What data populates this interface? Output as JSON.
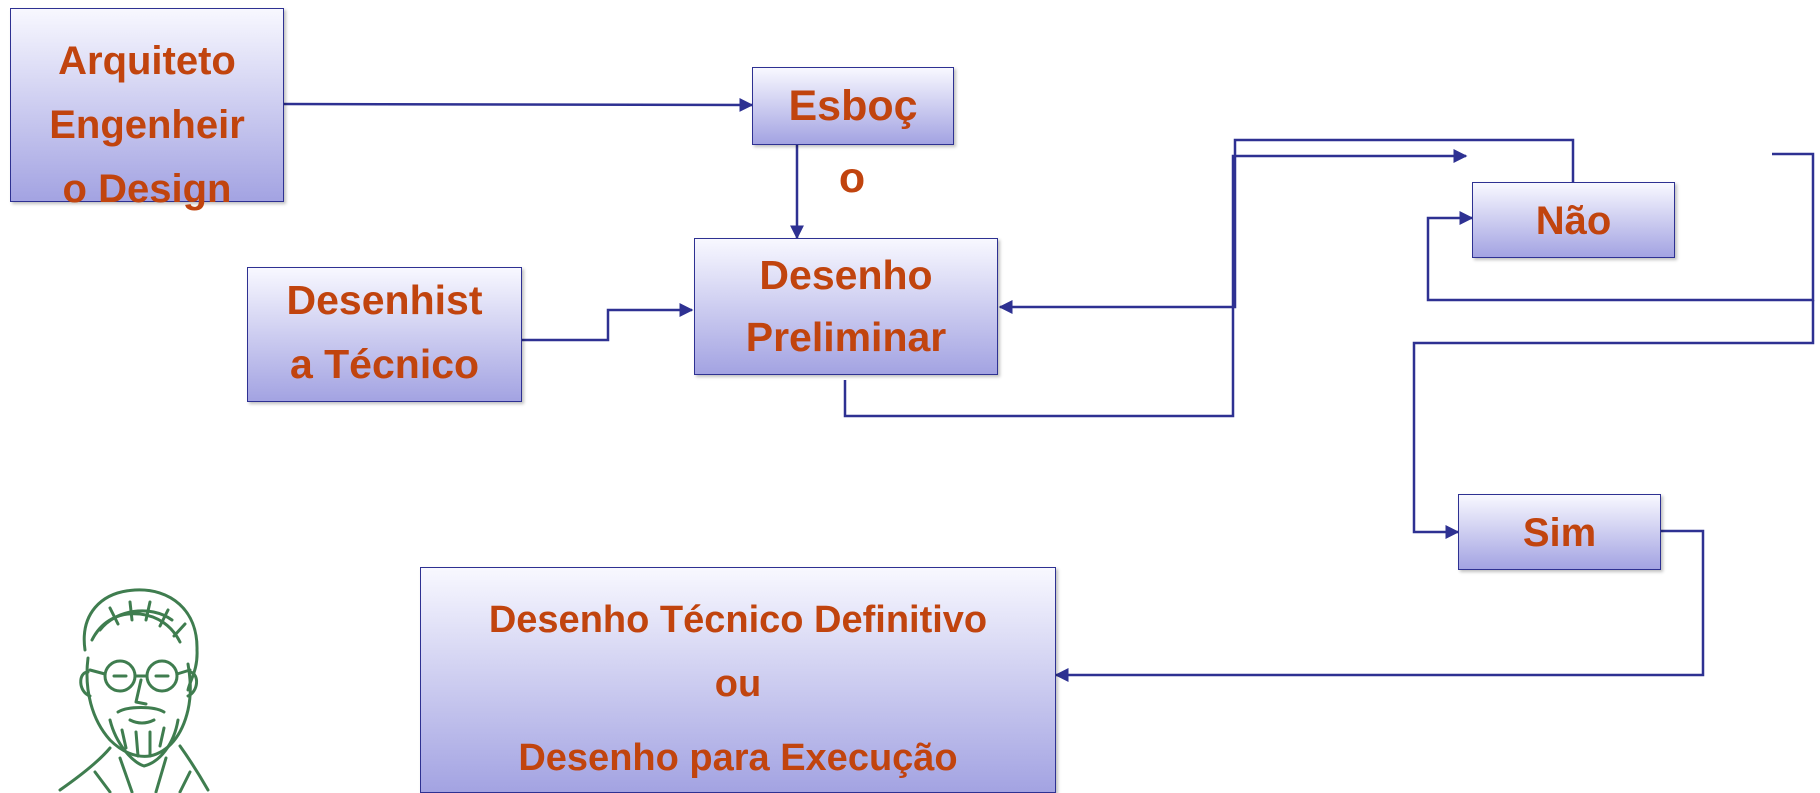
{
  "nodes": {
    "architect": {
      "line1": "Arquiteto",
      "line2": "Engenheir",
      "line3": "o  Design"
    },
    "sketch": {
      "line1": "Esboç",
      "line2": "o"
    },
    "draftsman": {
      "line1": "Desenhist",
      "line2": "a Técnico"
    },
    "preliminary": {
      "line1": "Desenho",
      "line2": "Preliminar"
    },
    "no": {
      "label": "Não"
    },
    "yes": {
      "label": "Sim"
    },
    "final": {
      "line1": "Desenho Técnico Definitivo",
      "line2": "ou",
      "line3": "Desenho para Execução"
    }
  },
  "colors": {
    "text": "#c1440e",
    "border": "#2e3192",
    "connector": "#2e3192",
    "box_gradient_top": "#f8f8ff",
    "box_gradient_bottom": "#a3a3e2",
    "portrait_ink": "#3f7d4f"
  },
  "portrait": {
    "icon": "bearded-man-sketch-icon"
  }
}
